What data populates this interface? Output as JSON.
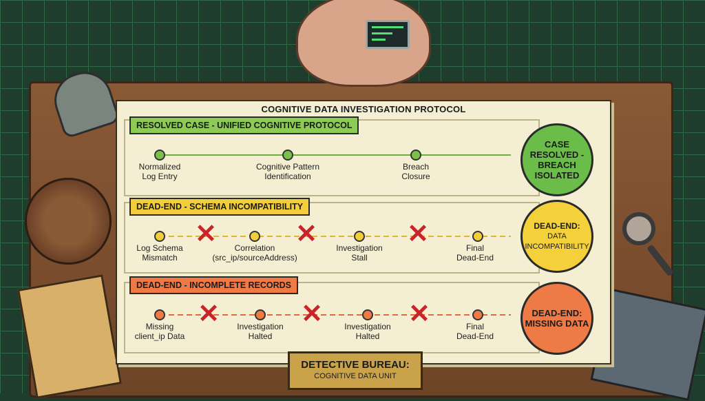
{
  "title": "COGNITIVE DATA INVESTIGATION PROTOCOL",
  "lanes": [
    {
      "heading": "RESOLVED CASE - UNIFIED COGNITIVE PROTOCOL",
      "color": "#7cc04a",
      "steps": [
        {
          "lines": [
            "Normalized",
            "Log Entry"
          ]
        },
        {
          "lines": [
            "Cognitive Pattern",
            "Identification"
          ]
        },
        {
          "lines": [
            "Breach",
            "Closure"
          ]
        }
      ],
      "outcome": [
        "CASE",
        "RESOLVED -",
        "BREACH",
        "ISOLATED"
      ]
    },
    {
      "heading": "DEAD-END - SCHEMA INCOMPATIBILITY",
      "color": "#f2cf3a",
      "steps": [
        {
          "lines": [
            "Log Schema",
            "Mismatch"
          ]
        },
        {
          "lines": [
            "Correlation",
            "(src_ip/sourceAddress)"
          ]
        },
        {
          "lines": [
            "Investigation",
            "Stall"
          ]
        },
        {
          "lines": [
            "Final",
            "Dead-End"
          ]
        }
      ],
      "outcome": [
        "DEAD-END:",
        "DATA",
        "INCOMPATIBILITY"
      ]
    },
    {
      "heading": "DEAD-END - INCOMPLETE RECORDS",
      "color": "#ef7a45",
      "steps": [
        {
          "lines": [
            "Missing",
            "client_ip Data"
          ]
        },
        {
          "lines": [
            "Investigation",
            "Halted"
          ]
        },
        {
          "lines": [
            "Investigation",
            "Halted"
          ]
        },
        {
          "lines": [
            "Final",
            "Dead-End"
          ]
        }
      ],
      "outcome": [
        "DEAD-END:",
        "MISSING DATA"
      ]
    }
  ],
  "plaque": {
    "line1": "DETECTIVE BUREAU:",
    "line2": "COGNITIVE DATA UNIT"
  }
}
